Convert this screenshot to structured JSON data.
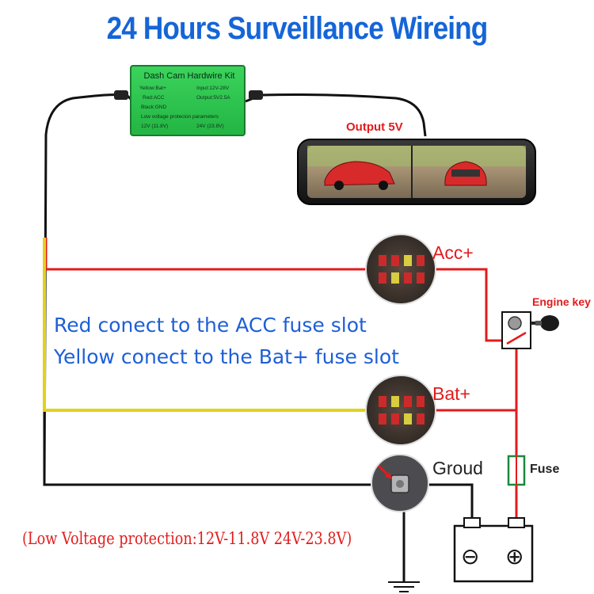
{
  "title": "24 Hours Surveillance Wireing",
  "hardwire_kit": {
    "title": "Dash Cam Hardwire Kit",
    "yellow": "Yellow:Bat+",
    "red": "Red:ACC",
    "black": "Black:GND",
    "input": "Input:12V-28V",
    "output": "Output:5V2.5A",
    "protection_title": "Low voltage protecion parameters",
    "v12": "12V (11.8V)",
    "v24": "24V (23.8V)"
  },
  "output_label": "Output 5V",
  "acc_label": "Acc+",
  "bat_label": "Bat+",
  "ground_label": "Groud",
  "fuse_label": "Fuse",
  "engine_key_label": "Engine key",
  "note_red": "Red conect to the ACC fuse slot",
  "note_yellow": "Yellow conect to the Bat+ fuse slot",
  "low_voltage_note": "(Low Voltage protection:12V-11.8V 24V-23.8V)",
  "battery": {
    "minus": "⊖",
    "plus": "⊕"
  },
  "colors": {
    "title": "#1565d8",
    "note": "#1e5fd6",
    "red_wire": "#e31b1b",
    "yellow_wire": "#e2d21a",
    "black_wire": "#111111",
    "kit_green": "#2cc24c"
  }
}
